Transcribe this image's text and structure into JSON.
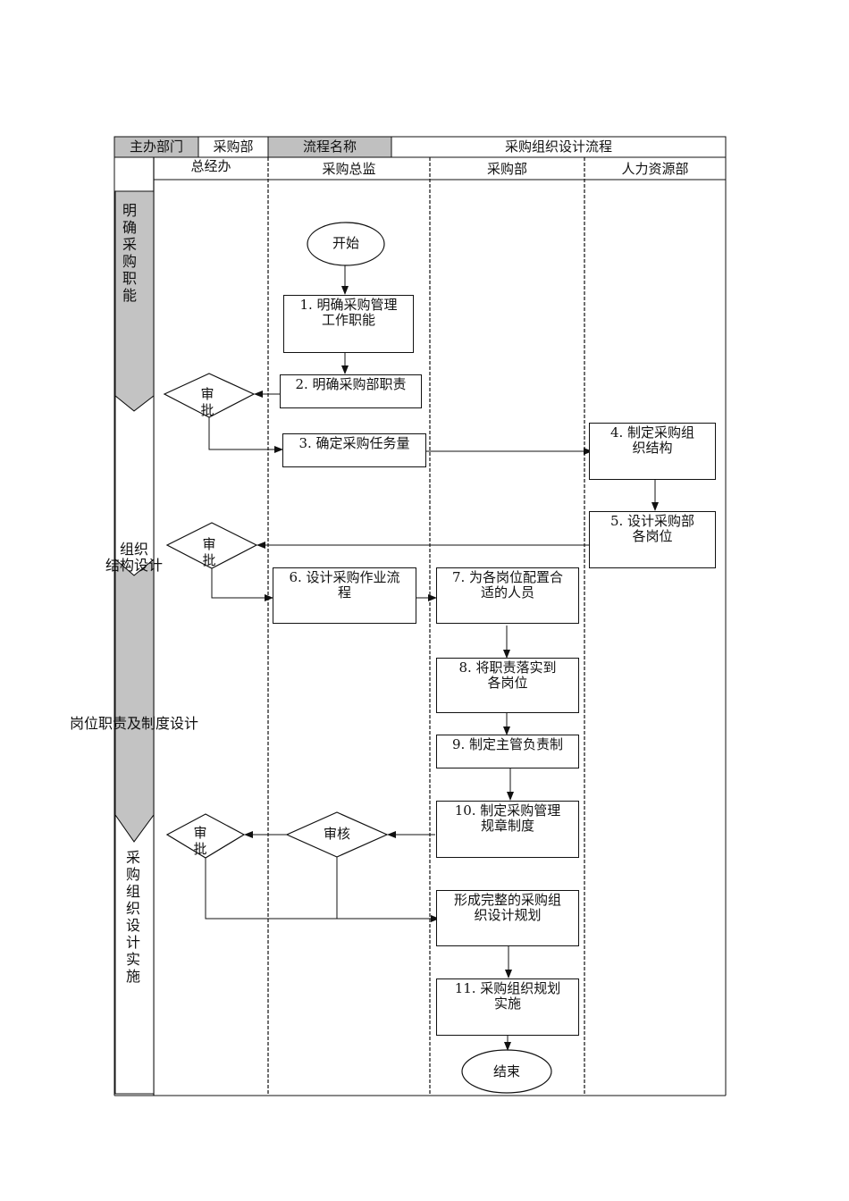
{
  "header": {
    "host_dept_label": "主办部门",
    "host_dept_value": "采购部",
    "process_name_label": "流程名称",
    "process_name_value": "采购组织设计流程"
  },
  "lanes": {
    "gm_office": "总经办",
    "purchasing_director": "采购总监",
    "purchasing_dept": "采购部",
    "hr_dept": "人力资源部"
  },
  "phases": {
    "phase1": "明确采购职能",
    "phase2_line1": "组织",
    "phase2_line2": "结构设计",
    "phase3": "岗位职责及制度设计",
    "phase4": "采购组织设计实施"
  },
  "nodes": {
    "start": "开始",
    "step1": "1. 明确采购管理\n工作职能",
    "step2": "2. 明确采购部职责",
    "approve1": "审\n批",
    "step3": "3. 确定采购任务量",
    "step4": "4. 制定采购组\n织结构",
    "step5": "5. 设计采购部\n各岗位",
    "approve2": "审\n批",
    "step6": "6. 设计采购作业流\n程",
    "step7": "7. 为各岗位配置合\n适的人员",
    "step8": "8. 将职责落实到\n各岗位",
    "step9": "9. 制定主管负责制",
    "step10": "10. 制定采购管理\n规章制度",
    "review": "审核",
    "approve3": "审\n批",
    "plan": "形成完整的采购组\n织设计规划",
    "step11": "11. 采购组织规划\n实施",
    "end": "结束"
  },
  "colors": {
    "header_gray": "#c0c0c0",
    "phase_gray": "#c3c3c3",
    "line": "#111111"
  }
}
